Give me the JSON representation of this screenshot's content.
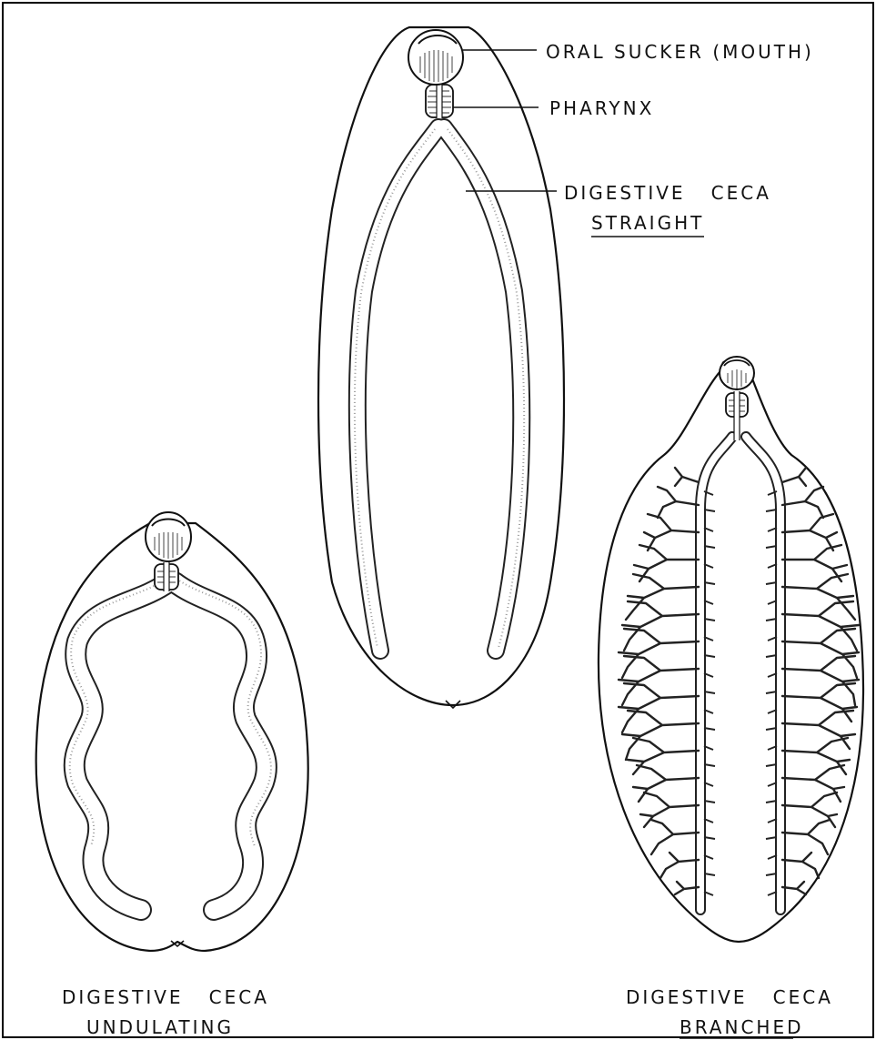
{
  "labels": {
    "oral_sucker": "ORAL SUCKER (MOUTH)",
    "pharynx": "PHARYNX",
    "ceca_top": "DIGESTIVE   CECA",
    "straight": "STRAIGHT",
    "left_ceca": "DIGESTIVE   CECA",
    "undulating": "UNDULATING",
    "right_ceca": "DIGESTIVE   CECA",
    "branched": "BRANCHED"
  }
}
